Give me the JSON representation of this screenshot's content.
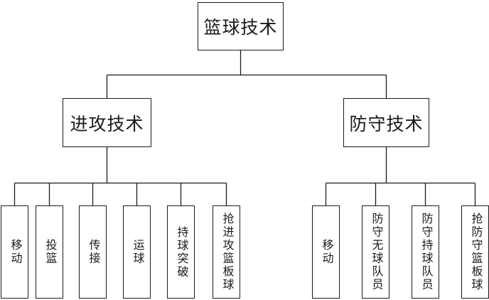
{
  "diagram": {
    "root": {
      "label": "篮球技术"
    },
    "branches": [
      {
        "label": "进攻技术",
        "children": [
          "移动",
          "投篮",
          "传接",
          "运球",
          "持球突破",
          "抢进攻篮板球"
        ]
      },
      {
        "label": "防守技术",
        "children": [
          "移动",
          "防守无球队员",
          "防守持球队员",
          "抢防守篮板球"
        ]
      }
    ],
    "line_color": "#1c1c1c"
  }
}
